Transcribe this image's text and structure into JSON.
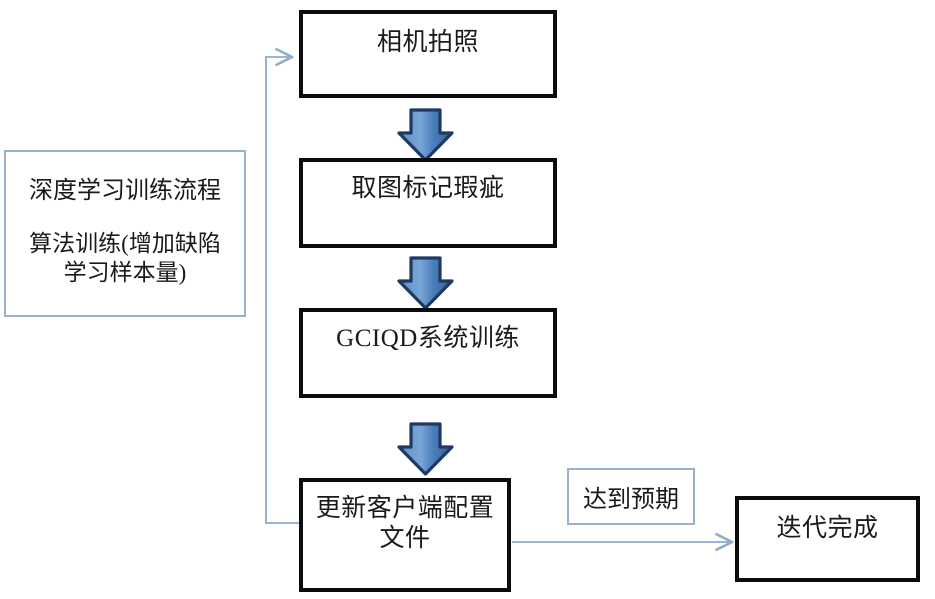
{
  "diagram": {
    "title_text": "深度学习训练流程",
    "colors": {
      "box_border": "#0b0b0b",
      "note_border": "#9bb0cc",
      "block_arrow_fill": "#4a7ebb",
      "block_arrow_fill_light": "#8fb4da",
      "block_arrow_stroke": "#1f3864",
      "connector_line": "#8faacb",
      "text": "#1a1a1a",
      "background": "#ffffff"
    },
    "side_note": {
      "line1": "深度学习训练流程",
      "line2": "算法训练(增加缺陷\n学习样本量)"
    },
    "nodes": [
      {
        "id": "capture",
        "label": "相机拍照"
      },
      {
        "id": "mark",
        "label": "取图标记瑕疵"
      },
      {
        "id": "train",
        "label": "GCIQD系统训练"
      },
      {
        "id": "update",
        "label": "更新客户端配置\n文件"
      },
      {
        "id": "done",
        "label": "迭代完成"
      }
    ],
    "edge_labels": [
      {
        "id": "meets-expectation",
        "label": "达到预期"
      }
    ],
    "connectors": [
      {
        "id": "capture-to-mark",
        "type": "block-arrow",
        "direction": "down"
      },
      {
        "id": "mark-to-train",
        "type": "block-arrow",
        "direction": "down"
      },
      {
        "id": "train-to-update",
        "type": "block-arrow",
        "direction": "down"
      },
      {
        "id": "update-to-done",
        "type": "line-arrow",
        "direction": "right"
      },
      {
        "id": "update-to-capture",
        "type": "line-arrow",
        "direction": "feedback-loop"
      }
    ]
  }
}
